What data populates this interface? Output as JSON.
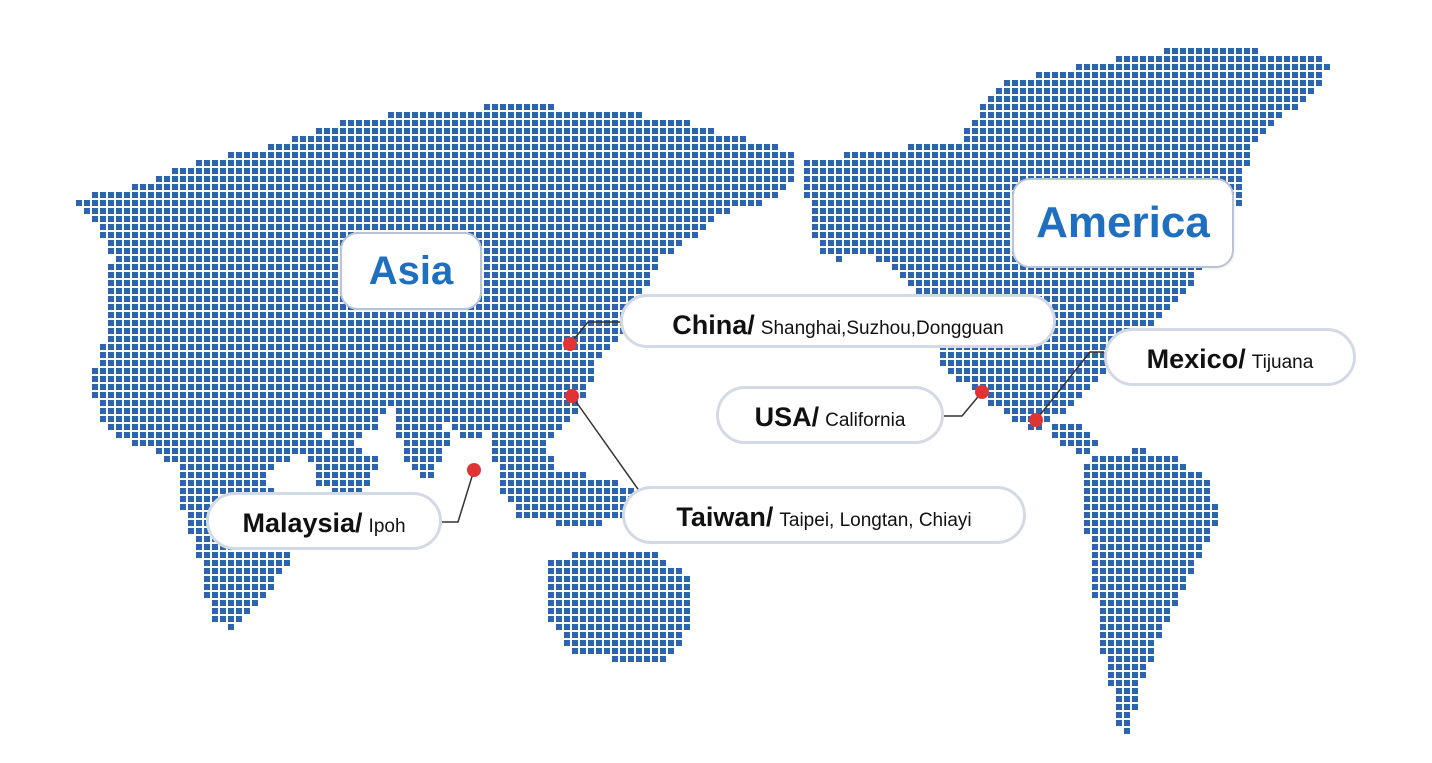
{
  "regions": {
    "asia": "Asia",
    "america": "America"
  },
  "locations": {
    "china": {
      "country": "China/",
      "cities": "Shanghai,Suzhou,Dongguan"
    },
    "taiwan": {
      "country": "Taiwan/",
      "cities": "Taipei, Longtan, Chiayi"
    },
    "malaysia": {
      "country": "Malaysia/",
      "cities": "Ipoh"
    },
    "usa": {
      "country": "USA/",
      "cities": "California"
    },
    "mexico": {
      "country": "Mexico/",
      "cities": "Tijuana"
    }
  },
  "colors": {
    "land_dot": "#2f64a8",
    "marker": "#e03434",
    "region_text": "#1f6fc0",
    "box_border": "#d3dae6",
    "leader_line": "#333333"
  }
}
